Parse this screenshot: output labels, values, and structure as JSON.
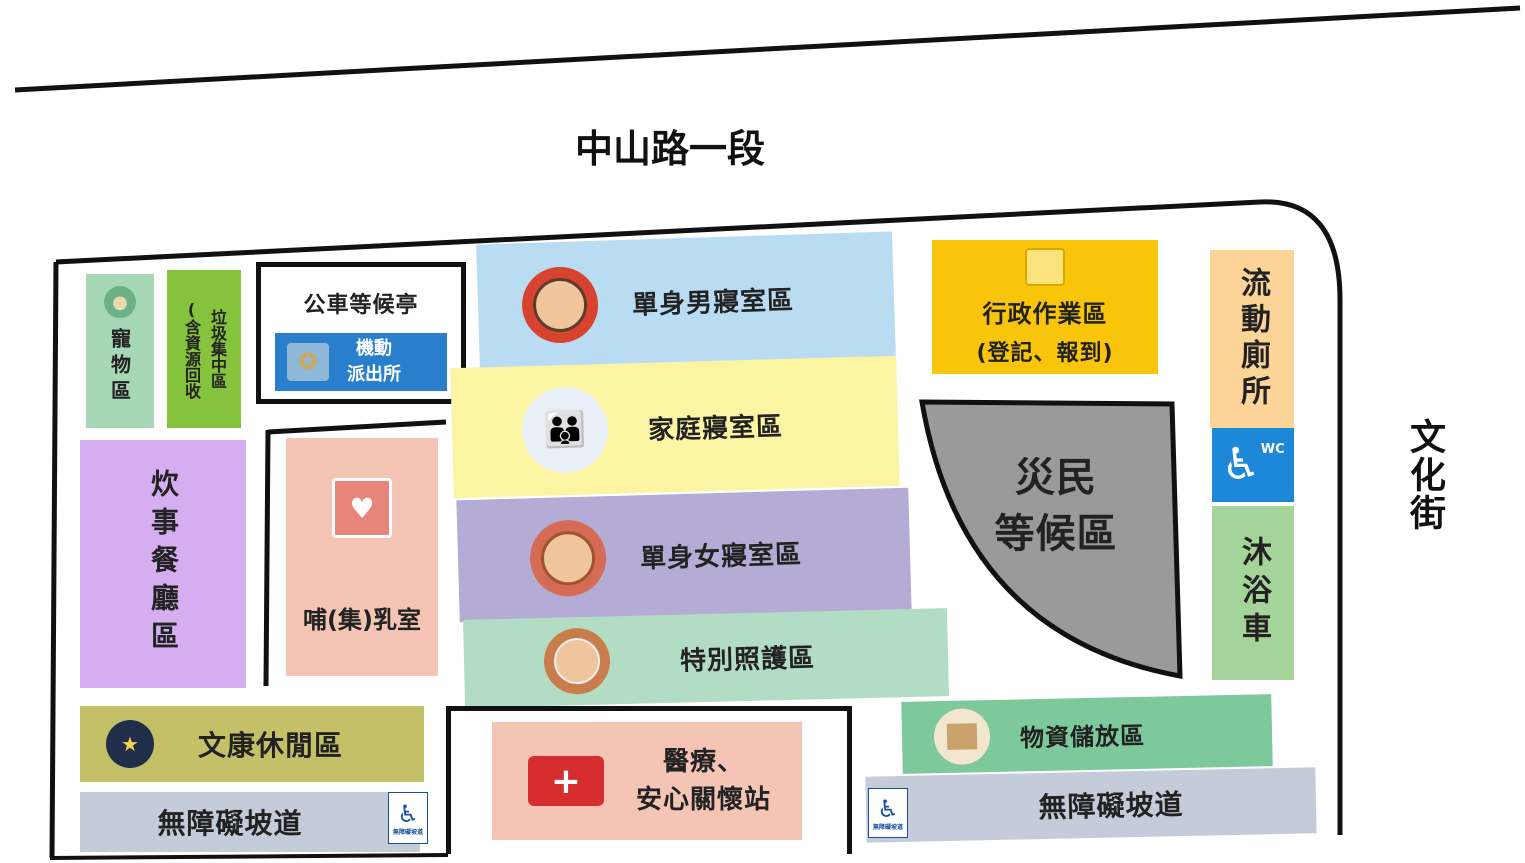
{
  "streets": {
    "north": "中山路一段",
    "east": "文化街"
  },
  "zones": {
    "pet": "寵物區",
    "garbage_line1": "垃圾集中區",
    "garbage_line2": "(含資源回收",
    "bus_stop": "公車等候亭",
    "police_line1": "機動",
    "police_line2": "派出所",
    "single_male": "單身男寢室區",
    "family": "家庭寢室區",
    "single_female": "單身女寢室區",
    "special_care": "特別照護區",
    "admin_line1": "行政作業區",
    "admin_line2": "(登記、報到)",
    "mobile_toilet": "流動廁所",
    "wc_label": "WC",
    "evacuee_wait_line1": "災民",
    "evacuee_wait_line2": "等候區",
    "shower_truck": "沐浴車",
    "kitchen": "炊事餐廳區",
    "nursing": "哺(集)乳室",
    "recreation": "文康休閒區",
    "medical_line1": "醫療、",
    "medical_line2": "安心關懷站",
    "supplies": "物資儲放區",
    "ramp_left": "無障礙坡道",
    "ramp_right": "無障礙坡道",
    "ramp_sign_text": "無障礙坡道"
  },
  "colors": {
    "single_male": "#b9dcf3",
    "family": "#fbf4a2",
    "single_female": "#b4acd4",
    "special_care": "#b3dcc4",
    "admin": "#f8c50a",
    "mobile_toilet": "#fcd497",
    "wc_blue": "#1e88d8",
    "shower_truck": "#a5d49a",
    "evacuee_wait": "#9a9a9a",
    "kitchen": "#d4aef0",
    "nursing": "#f4c4b4",
    "recreation": "#c4c068",
    "medical": "#f4c4b4",
    "supplies": "#7ec99c",
    "ramp": "#c5ccd9",
    "pet": "#a6d7b6",
    "garbage": "#86c33c",
    "police": "#2a7fcc"
  },
  "icons": [
    "pet-icon",
    "police-badge-icon",
    "man-avatar-icon",
    "family-avatar-icon",
    "woman-avatar-icon",
    "elder-avatar-icon",
    "printer-icon",
    "wheelchair-wc-icon",
    "breastfeeding-icon",
    "recreation-icon",
    "first-aid-kit-icon",
    "boxes-icon",
    "wheelchair-ramp-icon"
  ]
}
